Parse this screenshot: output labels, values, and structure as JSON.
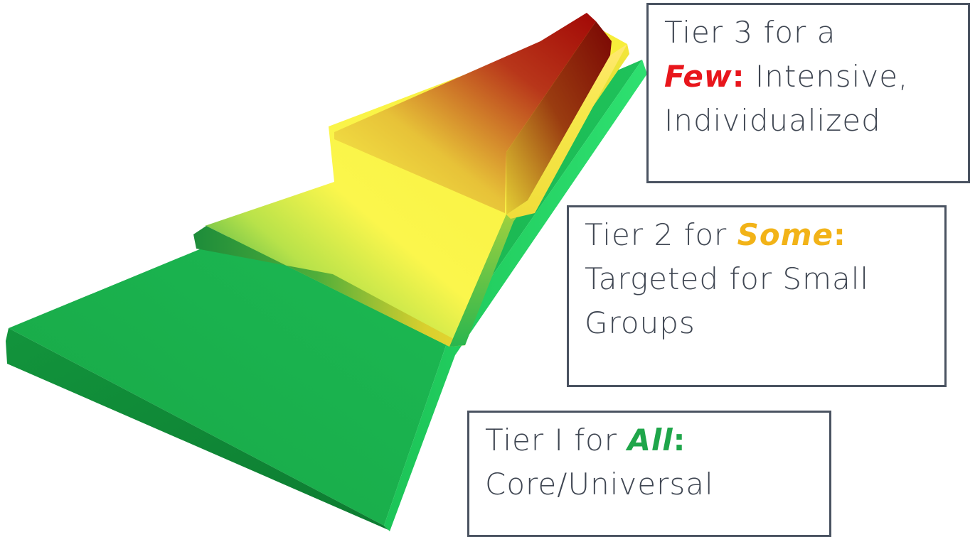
{
  "tiers": [
    {
      "id": "tier3",
      "prefix": "Tier 3 for a",
      "keyword": "Few",
      "colon": ":",
      "after": " Intensive,",
      "line3": "Individualized",
      "keyword_color": "#e8161c",
      "step_color": "#b80c08"
    },
    {
      "id": "tier2",
      "prefix": "Tier 2 for ",
      "keyword": "Some",
      "colon": ":",
      "line2": "Targeted for Small",
      "line3": "Groups",
      "keyword_color": "#f2b318",
      "step_color": "#f5f044"
    },
    {
      "id": "tier1",
      "prefix": "Tier I for ",
      "keyword": "All",
      "colon": ":",
      "line2": "Core/Universal",
      "keyword_color": "#1fa64a",
      "step_color": "#23b650"
    }
  ]
}
